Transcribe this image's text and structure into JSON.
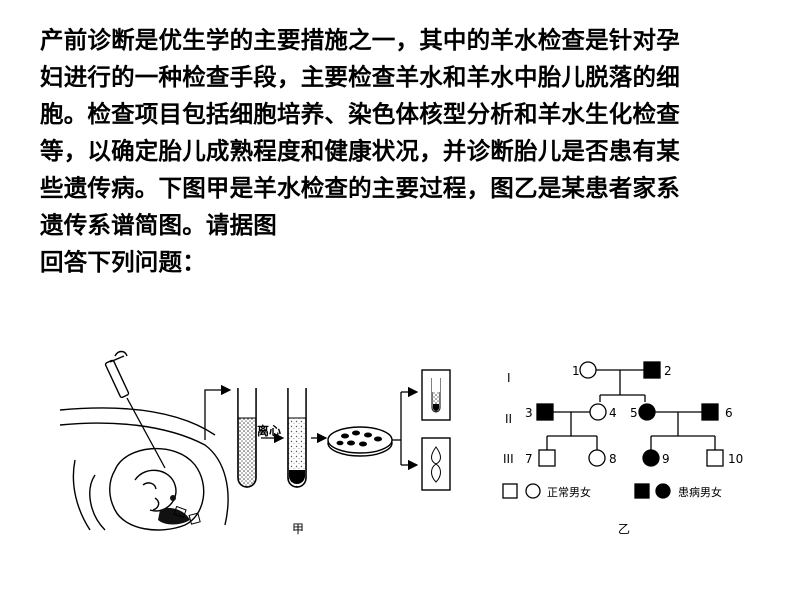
{
  "question": {
    "lines": [
      "产前诊断是优生学的主要措施之一，其中的羊水检查是针对孕",
      "妇进行的一种检查手段，主要检查羊水和羊水中胎儿脱落的细",
      "胞。检查项目包括细胞培养、染色体核型分析和羊水生化检查",
      "等，以确定胎儿成熟程度和健康状况，并诊断胎儿是否患有某",
      "些遗传病。下图甲是羊水检查的主要过程，图乙是某患者家系",
      "遗传系谱简图。请据图",
      "回答下列问题："
    ]
  },
  "figure_jia": {
    "caption": "甲",
    "centrifuge_label": "离心"
  },
  "figure_yi": {
    "caption": "乙",
    "generations": [
      "I",
      "II",
      "III"
    ],
    "individuals": [
      "1",
      "2",
      "3",
      "4",
      "5",
      "6",
      "7",
      "8",
      "9",
      "10"
    ],
    "legend_normal": "正常男女",
    "legend_affected": "患病男女",
    "fill_affected": "#000000",
    "fill_normal": "#ffffff"
  }
}
